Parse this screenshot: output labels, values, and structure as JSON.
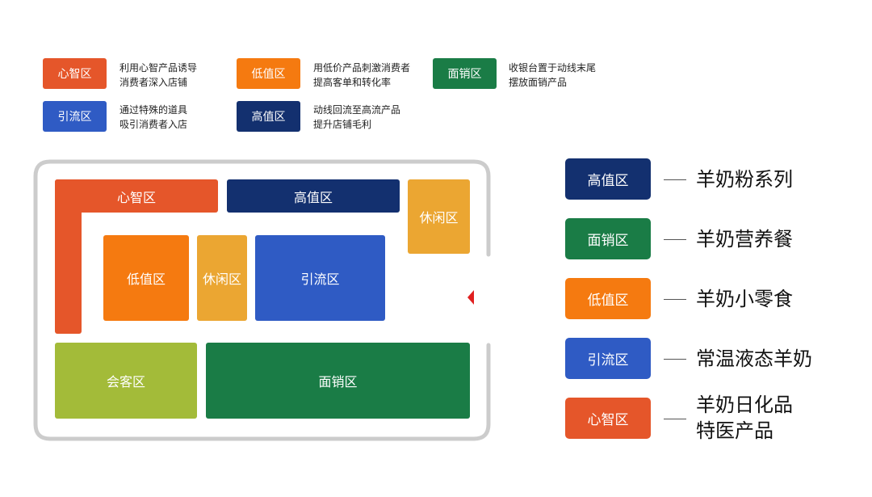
{
  "colors": {
    "xinzhi": "#e5562a",
    "dizhi": "#f57a10",
    "mianxiao": "#1a7c46",
    "yinliu": "#2f5bc4",
    "gaozhi": "#13306f",
    "xiuxian": "#eba632",
    "huike": "#a3bb39",
    "entrance": "#e02020"
  },
  "legend": [
    {
      "key": "xinzhi",
      "label": "心智区",
      "lines": [
        "利用心智产品诱导",
        "消费者深入店铺"
      ]
    },
    {
      "key": "dizhi",
      "label": "低值区",
      "lines": [
        "用低价产品刺激消费者",
        "提高客单和转化率"
      ]
    },
    {
      "key": "mianxiao",
      "label": "面销区",
      "lines": [
        "收银台置于动线末尾",
        "摆放面销产品"
      ]
    },
    {
      "key": "yinliu",
      "label": "引流区",
      "lines": [
        "通过特殊的道具",
        "吸引消费者入店"
      ]
    },
    {
      "key": "gaozhi",
      "label": "高值区",
      "lines": [
        "动线回流至高流产品",
        "提升店铺毛利"
      ]
    }
  ],
  "floorplan": {
    "xinzhi": "心智区",
    "gaozhi": "高值区",
    "xiuxian_top": "休闲区",
    "dizhi": "低值区",
    "xiuxian_mid": "休闲区",
    "yinliu": "引流区",
    "huike": "会客区",
    "mianxiao": "面销区"
  },
  "products": [
    {
      "key": "gaozhi",
      "label": "高值区",
      "lines": [
        "羊奶粉系列"
      ]
    },
    {
      "key": "mianxiao",
      "label": "面销区",
      "lines": [
        "羊奶营养餐"
      ]
    },
    {
      "key": "dizhi",
      "label": "低值区",
      "lines": [
        "羊奶小零食"
      ]
    },
    {
      "key": "yinliu",
      "label": "引流区",
      "lines": [
        "常温液态羊奶"
      ]
    },
    {
      "key": "xinzhi",
      "label": "心智区",
      "lines": [
        "羊奶日化品",
        "特医产品"
      ]
    }
  ]
}
